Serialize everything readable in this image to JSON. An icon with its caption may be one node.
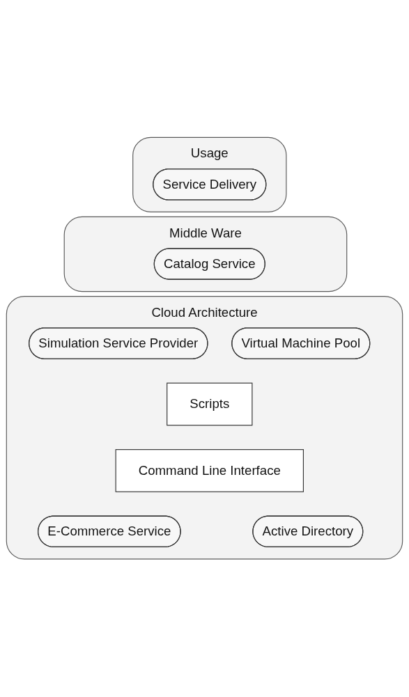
{
  "diagram": {
    "nodes": [
      {
        "text": [
          "Usage"
        ]
      },
      {
        "text": [
          "Service Delivery"
        ],
        "in": 0
      },
      {
        "text": [
          "Middle Ware"
        ]
      },
      {
        "text": [
          "Catalog Service"
        ],
        "in": 2
      },
      {
        "text": [
          "Cloud Architecture"
        ]
      },
      {
        "text": [
          "Simulation Service Provider"
        ],
        "in": 4
      },
      {
        "text": [
          "Virtual Machine Pool"
        ],
        "in": 4
      },
      {
        "text": [
          "Scripts"
        ],
        "in": 4
      },
      {
        "text": [
          "Command Line Interface"
        ],
        "in": 4
      },
      {
        "text": [
          "E-Commerce Service"
        ],
        "in": 4
      },
      {
        "text": [
          "Active Directory"
        ],
        "in": 4
      }
    ]
  }
}
